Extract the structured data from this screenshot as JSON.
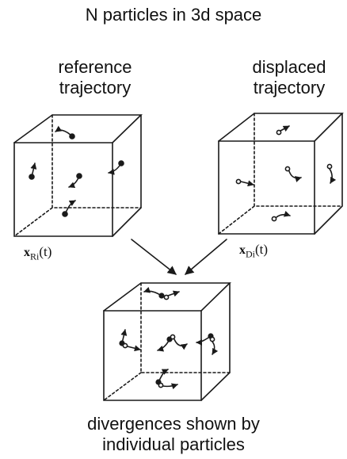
{
  "title": "N particles in 3d space",
  "reference_label_line1": "reference",
  "reference_label_line2": "trajectory",
  "displaced_label_line1": "displaced",
  "displaced_label_line2": "trajectory",
  "reference_symbol": {
    "var": "x",
    "sub": "Ri",
    "arg": "(t)"
  },
  "displaced_symbol": {
    "var": "x",
    "sub": "Di",
    "arg": "(t)"
  },
  "caption_line1": "divergences shown by",
  "caption_line2": "individual particles",
  "colors": {
    "ink": "#1a1a1a",
    "background": "#ffffff"
  }
}
